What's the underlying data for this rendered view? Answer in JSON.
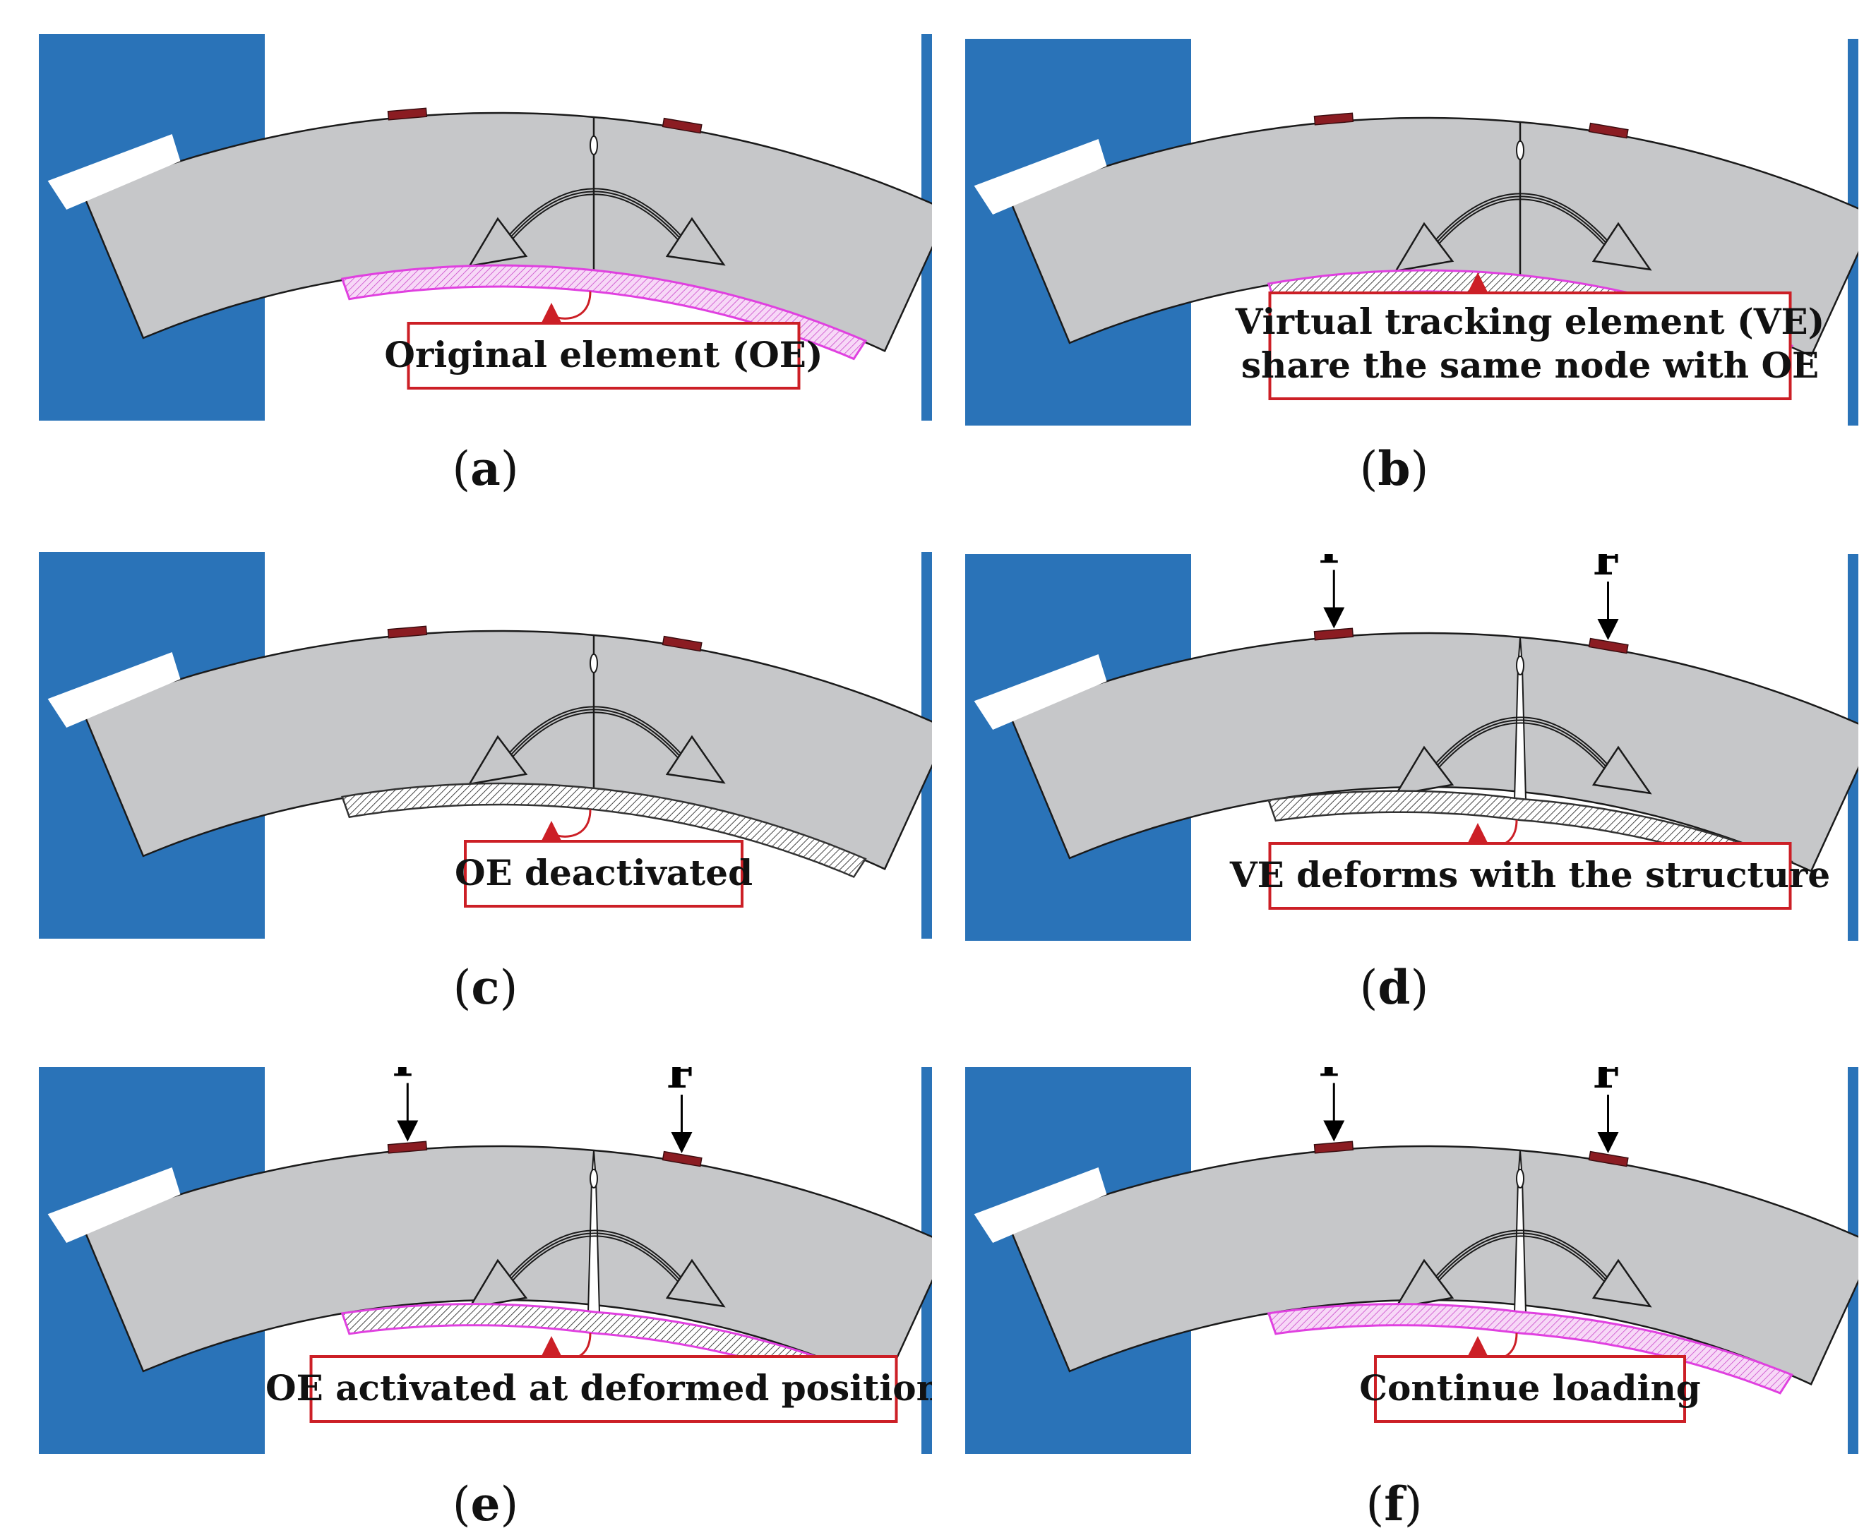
{
  "colors": {
    "blue": "#2a73b8",
    "beam": "#c6c7c9",
    "outline": "#1a1a1a",
    "pad": "#8b1c22",
    "magenta": "#e040e0",
    "boxRed": "#cc1f26",
    "arrowRed": "#cc1f26"
  },
  "force_label": "F",
  "panels": [
    {
      "id": "a",
      "caption_open": "(",
      "letter": "a",
      "caption_close": ")",
      "label_lines": [
        "Original element (OE)"
      ],
      "element_state": "original",
      "loaded": false
    },
    {
      "id": "b",
      "caption_open": "(",
      "letter": "b",
      "caption_close": ")",
      "label_lines": [
        "Virtual tracking element (VE)",
        "share the same node with OE"
      ],
      "element_state": "original-and-virtual",
      "loaded": false
    },
    {
      "id": "c",
      "caption_open": "(",
      "letter": "c",
      "caption_close": ")",
      "label_lines": [
        "OE deactivated"
      ],
      "element_state": "virtual",
      "loaded": false
    },
    {
      "id": "d",
      "caption_open": "(",
      "letter": "d",
      "caption_close": ")",
      "label_lines": [
        "VE deforms with the structure"
      ],
      "element_state": "virtual",
      "loaded": true
    },
    {
      "id": "e",
      "caption_open": "(",
      "letter": "e",
      "caption_close": ")",
      "label_lines": [
        "OE activated at deformed position"
      ],
      "element_state": "original-and-virtual",
      "loaded": true
    },
    {
      "id": "f",
      "caption_open": "(",
      "letter": "f",
      "caption_close": ")",
      "label_lines": [
        "Continue loading"
      ],
      "element_state": "original",
      "loaded": true
    }
  ]
}
